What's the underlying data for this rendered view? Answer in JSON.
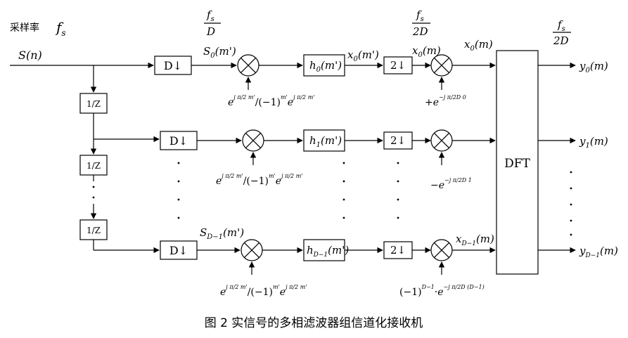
{
  "header": {
    "rate_label": "采样率",
    "fs": "f",
    "fs_sub": "s",
    "rate_D_num": "f",
    "rate_D_num_sub": "s",
    "rate_D_den": "D",
    "rate_2D_a_num": "f",
    "rate_2D_a_num_sub": "s",
    "rate_2D_a_den": "2D",
    "rate_2D_b_num": "f",
    "rate_2D_b_num_sub": "s",
    "rate_2D_b_den": "2D"
  },
  "input": {
    "label": "S(n)"
  },
  "delays": [
    "1/Z",
    "1/Z",
    "1/Z"
  ],
  "rows": [
    {
      "decimator": "D↓",
      "signal_in": "S",
      "signal_in_sub": "0",
      "signal_in_arg": "(m')",
      "mod_a": "e",
      "mod_a_exp": "j π/2 m'",
      "mod_mid": "/(−1)",
      "mod_mid_exp": "m'",
      "mod_b": "e",
      "mod_b_exp": "j π/2 m'",
      "filter": "h",
      "filter_sub": "0",
      "filter_arg": "(m')",
      "filter_out": "x",
      "filter_out_sub": "0",
      "filter_out_arg": "(m')",
      "down2": "2↓",
      "down_out": "x",
      "down_out_sub": "0",
      "down_out_arg": "(m)",
      "twiddle_prefix": "+",
      "twiddle": "e",
      "twiddle_exp": "−j π/2D 0",
      "mix_out": "x",
      "mix_out_sub": "0",
      "mix_out_arg": "(m)",
      "output": "y",
      "output_sub": "0",
      "output_arg": "(m)"
    },
    {
      "decimator": "D↓",
      "mod_a": "e",
      "mod_a_exp": "j π/2 m'",
      "mod_mid": "/(−1)",
      "mod_mid_exp": "m'",
      "mod_b": "e",
      "mod_b_exp": "j π/2 m'",
      "filter": "h",
      "filter_sub": "1",
      "filter_arg": "(m')",
      "down2": "2↓",
      "twiddle_prefix": "−",
      "twiddle": "e",
      "twiddle_exp": "−j π/2D 1",
      "output": "y",
      "output_sub": "1",
      "output_arg": "(m)"
    },
    {
      "decimator": "D↓",
      "signal_in": "S",
      "signal_in_sub": "D−1",
      "signal_in_arg": "(m')",
      "mod_a": "e",
      "mod_a_exp": "j π/2 m'",
      "mod_mid": "/(−1)",
      "mod_mid_exp": "m'",
      "mod_b": "e",
      "mod_b_exp": "j π/2 m'",
      "filter": "h",
      "filter_sub": "D−1",
      "filter_arg": "(m')",
      "down2": "2↓",
      "twiddle_prefix": "(−1)",
      "twiddle_prefix_exp": "D−1",
      "twiddle_dot": "·",
      "twiddle": "e",
      "twiddle_exp": "−j π/2D (D−1)",
      "mix_out": "x",
      "mix_out_sub": "D−1",
      "mix_out_arg": "(m)",
      "output": "y",
      "output_sub": "D−1",
      "output_arg": "(m)"
    }
  ],
  "dft": {
    "label": "DFT"
  },
  "caption": "图 2 实信号的多相滤波器组信道化接收机"
}
